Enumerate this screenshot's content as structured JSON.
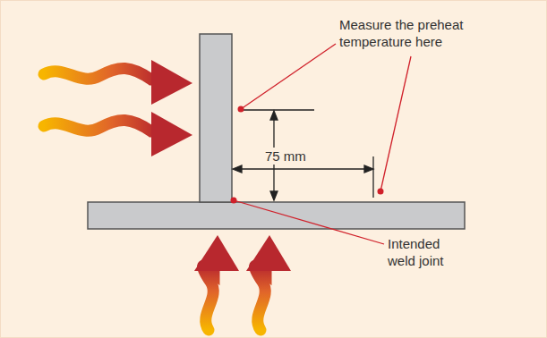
{
  "diagram": {
    "labels": [
      "Measure the preheat temperature here",
      "75 mm",
      "Intended weld joint"
    ]
  }
}
